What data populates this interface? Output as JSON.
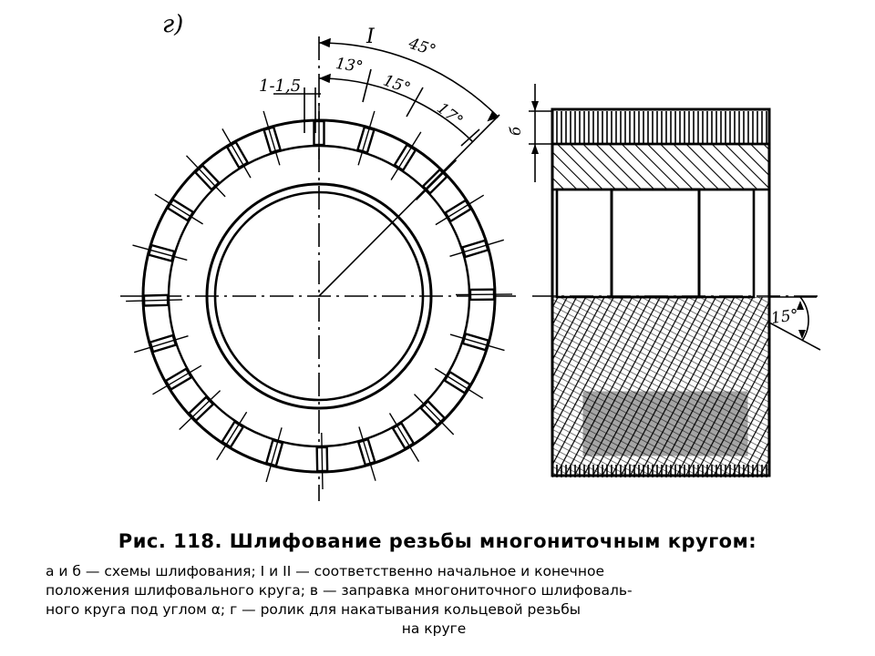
{
  "figure": {
    "variant_label": "г)",
    "labels": {
      "position_one": "I",
      "angle_total": "45°",
      "angle_a": "13°",
      "angle_b": "15°",
      "angle_c": "17°",
      "pitch": "1-1,5",
      "depth": "б",
      "helix_angle": "15°"
    }
  },
  "caption": {
    "title": "Рис. 118. Шлифование резьбы многониточным кругом:",
    "lines": [
      "а и б — схемы шлифования; I и II — соответственно начальное и конечное",
      "положения шлифовального круга; в — заправка многониточного шлифоваль-",
      "ного круга под углом α; г — ролик для накатывания кольцевой резьбы",
      "на круге"
    ]
  }
}
